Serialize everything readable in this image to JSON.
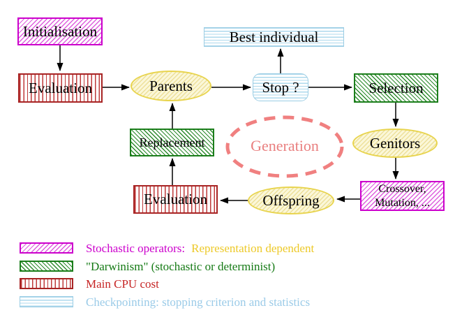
{
  "nodes": {
    "initialisation": "Initialisation",
    "evaluation_top": "Evaluation",
    "parents": "Parents",
    "best_individual": "Best individual",
    "stop": "Stop ?",
    "selection": "Selection",
    "replacement": "Replacement",
    "genitors": "Genitors",
    "crossover_line1": "Crossover,",
    "crossover_line2": "Mutation, ...",
    "offspring": "Offspring",
    "evaluation_bottom": "Evaluation",
    "generation": "Generation"
  },
  "edges": [
    {
      "from": "initialisation",
      "to": "evaluation_top"
    },
    {
      "from": "evaluation_top",
      "to": "parents"
    },
    {
      "from": "parents",
      "to": "stop"
    },
    {
      "from": "stop",
      "to": "best_individual"
    },
    {
      "from": "stop",
      "to": "selection"
    },
    {
      "from": "selection",
      "to": "genitors"
    },
    {
      "from": "genitors",
      "to": "crossover"
    },
    {
      "from": "crossover",
      "to": "offspring"
    },
    {
      "from": "offspring",
      "to": "evaluation_bottom"
    },
    {
      "from": "evaluation_bottom",
      "to": "replacement"
    },
    {
      "from": "replacement",
      "to": "parents"
    }
  ],
  "legend": {
    "rows": [
      {
        "swatch": "magenta-hatch",
        "text1": "Stochastic operators:",
        "text2": "Representation dependent"
      },
      {
        "swatch": "green-hatch",
        "text1": "\"Darwinism\" (stochastic or determinist)",
        "text2": ""
      },
      {
        "swatch": "red-stripes",
        "text1": "Main CPU cost",
        "text2": ""
      },
      {
        "swatch": "cyan-stripes",
        "text1": "Checkpointing: stopping criterion and statistics",
        "text2": ""
      }
    ]
  },
  "colors": {
    "magenta": "#cc00cc",
    "green_border": "#1b7e1b",
    "green_text": "#157a15",
    "red_border": "#a82424",
    "red_text": "#c62525",
    "cyan_border": "#9bcde4",
    "cyan_text": "#9bcbe8",
    "gold_text": "#edc928",
    "yellow_border": "#e8d44e",
    "coral_dashed": "#f08080",
    "node_text": "#000000"
  }
}
